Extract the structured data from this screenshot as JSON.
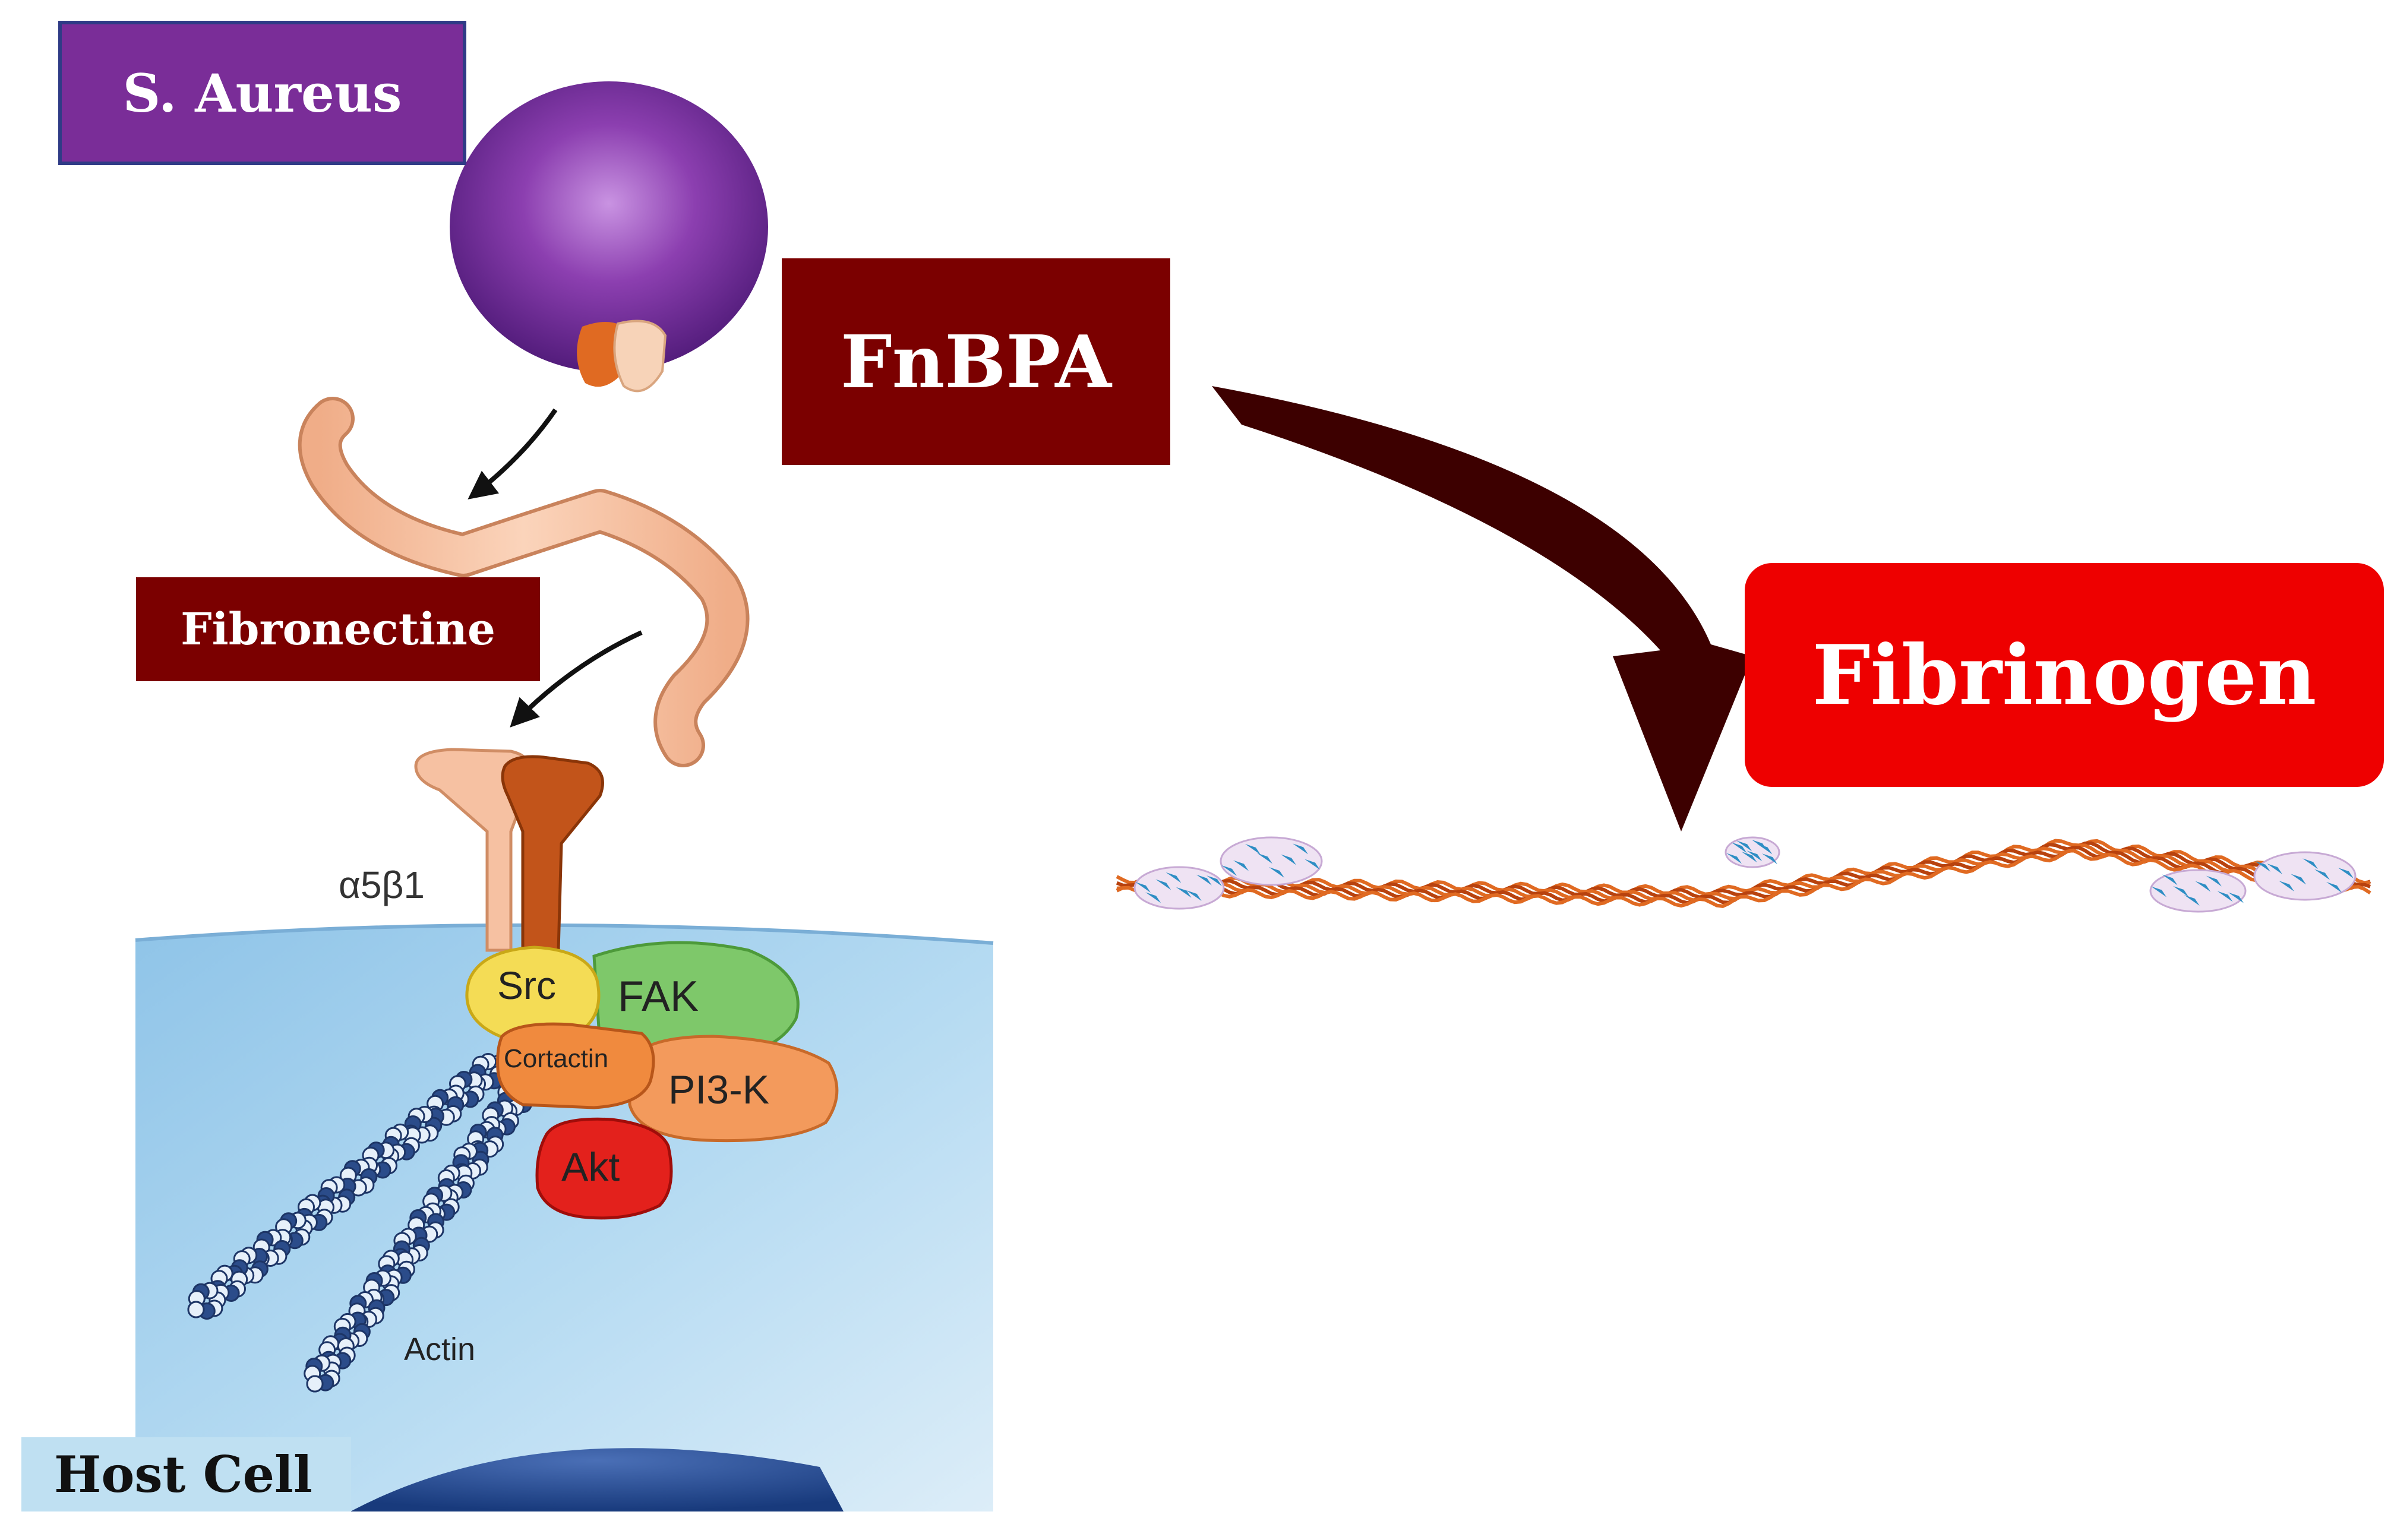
{
  "labels": {
    "s_aureus": "S. Aureus",
    "fnbpa": "FnBPA",
    "fibronectine": "Fibronectine",
    "fibrinogen": "Fibrinogen",
    "host_cell": "Host Cell",
    "integrin": "α5β1",
    "src": "Src",
    "fak": "FAK",
    "cortactin": "Cortactin",
    "pi3k": "PI3-K",
    "akt": "Akt",
    "actin": "Actin"
  },
  "colors": {
    "bacterium": "#7a2d98",
    "dark_red_box": "#7b0000",
    "fibrinogen_box": "#ee0000",
    "host_cell_fill": "#a9d3ee",
    "host_cell_label_bg": "#bfe0f2",
    "fibronectin_strand": "#f7c3a3",
    "src": "#f4dc55",
    "fak": "#7ec86a",
    "cortactin": "#f08a3e",
    "pi3k": "#f39a5c",
    "akt": "#e3211c",
    "big_arrow": "#3d0000",
    "fibrinogen_chain": "#d9561a",
    "fibrinogen_domain": "#2e8ec4"
  }
}
